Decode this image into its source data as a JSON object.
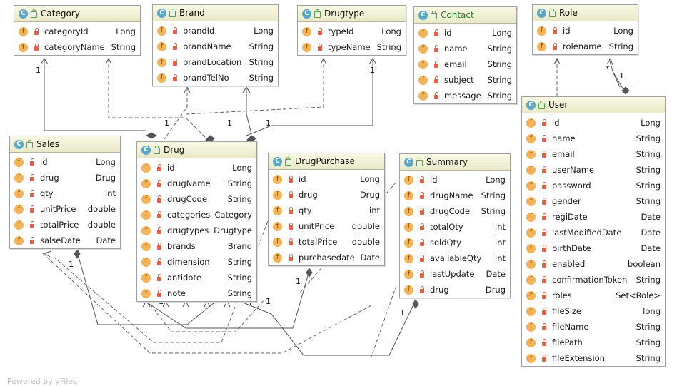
{
  "classes": {
    "category": {
      "name": "Category",
      "fields": [
        [
          "categoryId",
          "Long"
        ],
        [
          "categoryName",
          "String"
        ]
      ]
    },
    "brand": {
      "name": "Brand",
      "fields": [
        [
          "brandId",
          "Long"
        ],
        [
          "brandName",
          "String"
        ],
        [
          "brandLocation",
          "String"
        ],
        [
          "brandTelNo",
          "String"
        ]
      ]
    },
    "drugtype": {
      "name": "Drugtype",
      "fields": [
        [
          "typeId",
          "Long"
        ],
        [
          "typeName",
          "String"
        ]
      ]
    },
    "contact": {
      "name": "Contact",
      "fields": [
        [
          "id",
          "Long"
        ],
        [
          "name",
          "String"
        ],
        [
          "email",
          "String"
        ],
        [
          "subject",
          "String"
        ],
        [
          "message",
          "String"
        ]
      ]
    },
    "role": {
      "name": "Role",
      "fields": [
        [
          "id",
          "Long"
        ],
        [
          "rolename",
          "String"
        ]
      ]
    },
    "sales": {
      "name": "Sales",
      "fields": [
        [
          "id",
          "Long"
        ],
        [
          "drug",
          "Drug"
        ],
        [
          "qty",
          "int"
        ],
        [
          "unitPrice",
          "double"
        ],
        [
          "totalPrice",
          "double"
        ],
        [
          "salseDate",
          "Date"
        ]
      ]
    },
    "drug": {
      "name": "Drug",
      "fields": [
        [
          "id",
          "Long"
        ],
        [
          "drugName",
          "String"
        ],
        [
          "drugCode",
          "String"
        ],
        [
          "categories",
          "Category"
        ],
        [
          "drugtypes",
          "Drugtype"
        ],
        [
          "brands",
          "Brand"
        ],
        [
          "dimension",
          "String"
        ],
        [
          "antidote",
          "String"
        ],
        [
          "note",
          "String"
        ]
      ]
    },
    "drugpurchase": {
      "name": "DrugPurchase",
      "fields": [
        [
          "id",
          "Long"
        ],
        [
          "drug",
          "Drug"
        ],
        [
          "qty",
          "int"
        ],
        [
          "unitPrice",
          "double"
        ],
        [
          "totalPrice",
          "double"
        ],
        [
          "purchasedate",
          "Date"
        ]
      ]
    },
    "summary": {
      "name": "Summary",
      "fields": [
        [
          "id",
          "Long"
        ],
        [
          "drugName",
          "String"
        ],
        [
          "drugCode",
          "String"
        ],
        [
          "totalQty",
          "int"
        ],
        [
          "soldQty",
          "int"
        ],
        [
          "availableQty",
          "int"
        ],
        [
          "lastUpdate",
          "Date"
        ],
        [
          "drug",
          "Drug"
        ]
      ]
    },
    "user": {
      "name": "User",
      "fields": [
        [
          "id",
          "Long"
        ],
        [
          "name",
          "String"
        ],
        [
          "email",
          "String"
        ],
        [
          "userName",
          "String"
        ],
        [
          "password",
          "String"
        ],
        [
          "gender",
          "String"
        ],
        [
          "regiDate",
          "Date"
        ],
        [
          "lastModifiedDate",
          "Date"
        ],
        [
          "birthDate",
          "Date"
        ],
        [
          "enabled",
          "boolean"
        ],
        [
          "confirmationToken",
          "String"
        ],
        [
          "roles",
          "Set<Role>"
        ],
        [
          "fileSize",
          "long"
        ],
        [
          "fileName",
          "String"
        ],
        [
          "filePath",
          "String"
        ],
        [
          "fileExtension",
          "String"
        ]
      ]
    }
  },
  "icons": {
    "class_glyph": "C",
    "field_glyph": "f"
  },
  "multiplicity": {
    "one": "1",
    "many": "*"
  },
  "footer": "Powered by yFiles"
}
